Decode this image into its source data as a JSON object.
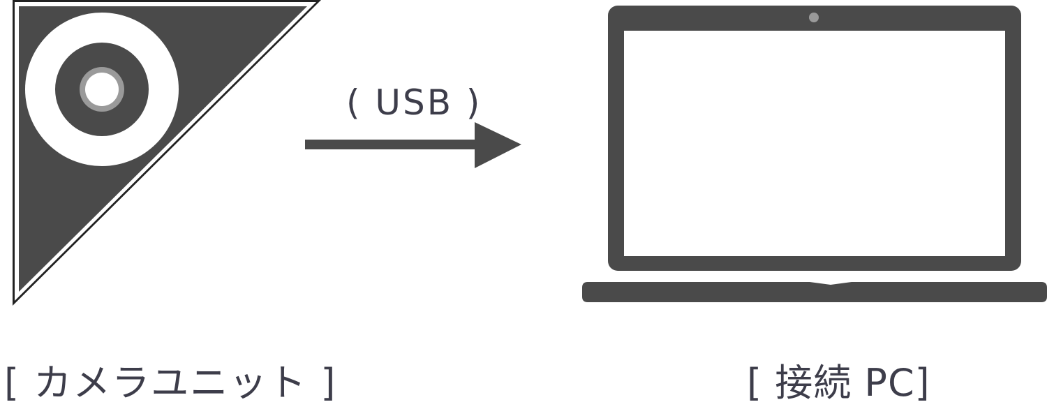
{
  "diagram": {
    "connection_label": "( USB )",
    "camera_unit_label": "[ カメラユニット ]",
    "pc_label": "[ 接続 PC]"
  },
  "colors": {
    "device_fill": "#4a4a4a",
    "text": "#3d3d4a",
    "lens_ring": "#9a9a9a",
    "background": "#ffffff"
  },
  "icons": {
    "camera": "camera-unit-icon",
    "arrow": "arrow-right-icon",
    "laptop": "laptop-icon"
  }
}
